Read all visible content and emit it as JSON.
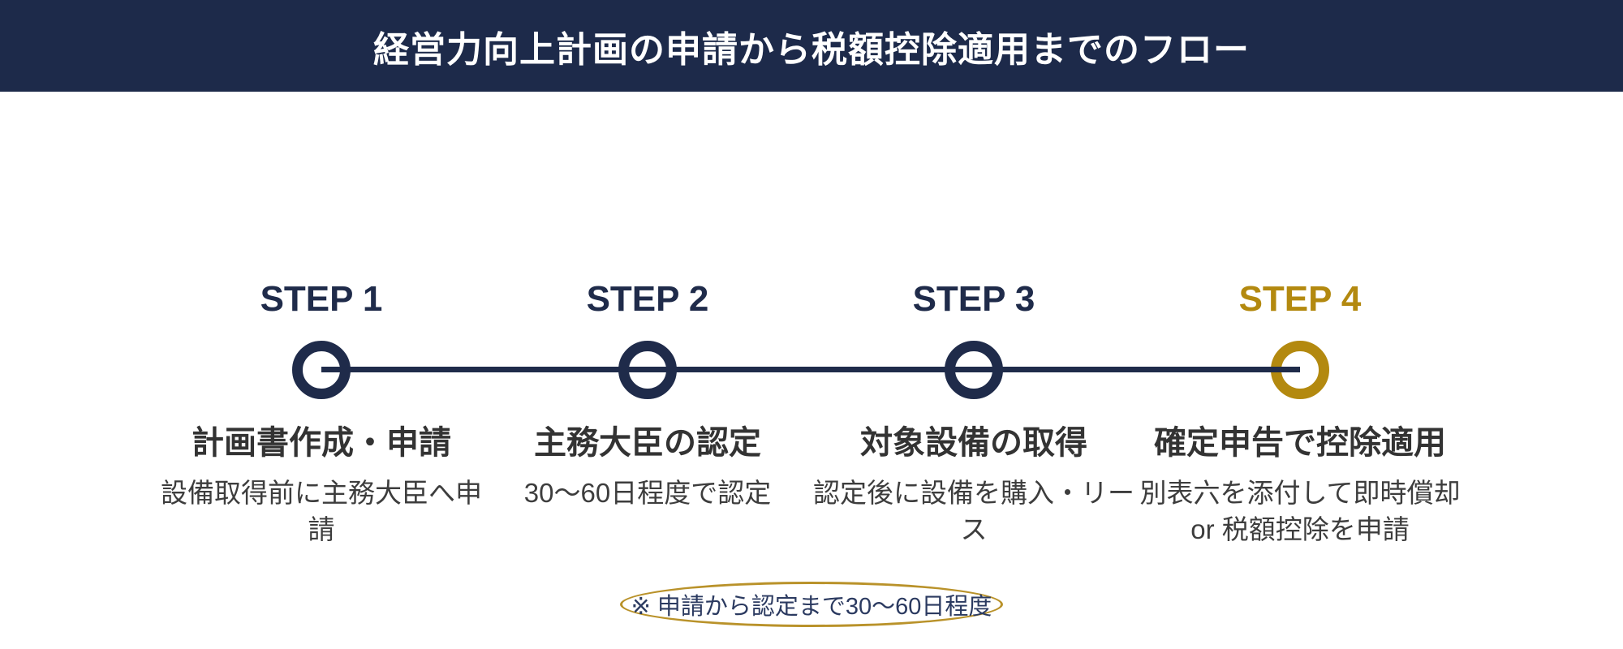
{
  "header": {
    "title": "経営力向上計画の申請から税額控除適用までのフロー"
  },
  "steps": [
    {
      "label": "STEP 1",
      "title": "計画書作成・申請",
      "desc": "設備取得前に主務大臣へ申\n請",
      "accent": "navy"
    },
    {
      "label": "STEP 2",
      "title": "主務大臣の認定",
      "desc": "30〜60日程度で認定",
      "accent": "navy"
    },
    {
      "label": "STEP 3",
      "title": "対象設備の取得",
      "desc": "認定後に設備を購入・リー\nス",
      "accent": "navy"
    },
    {
      "label": "STEP 4",
      "title": "確定申告で控除適用",
      "desc": "別表六を添付して即時償却\nor 税額控除を申請",
      "accent": "gold"
    }
  ],
  "annotation": {
    "text": "※ 申請から認定まで30〜60日程度"
  },
  "colors": {
    "header_bg": "#1d2a4a",
    "navy": "#1f2b4a",
    "gold": "#b3890f",
    "title_text": "#333333",
    "desc_text": "#3d3d3d",
    "annotation_text": "#2b3a60",
    "ellipse_stroke": "#b9922a"
  }
}
